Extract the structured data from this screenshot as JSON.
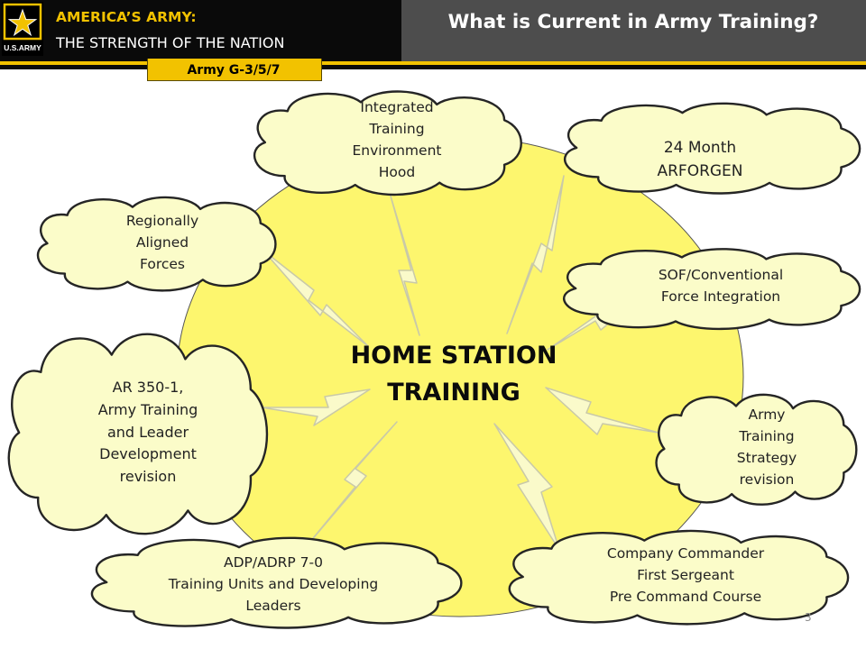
{
  "header": {
    "brand_line1": "AMERICA’S ARMY:",
    "brand_line2": "THE STRENGTH OF THE NATION",
    "logo_text": "U.S.ARMY",
    "title": "What is Current in Army Training?",
    "org_label": "Army G-3/5/7"
  },
  "center": {
    "line1": "HOME STATION",
    "line2": "TRAINING"
  },
  "clouds": [
    {
      "lines": [
        "Integrated",
        "Training",
        "Environment",
        "Hood"
      ]
    },
    {
      "lines": [
        "24 Month",
        "ARFORGEN"
      ]
    },
    {
      "lines": [
        "Regionally",
        "Aligned",
        "Forces"
      ]
    },
    {
      "lines": [
        "SOF/Conventional",
        "Force Integration"
      ]
    },
    {
      "lines": [
        "AR 350-1,",
        "Army Training",
        "and Leader",
        "Development",
        "revision"
      ]
    },
    {
      "lines": [
        "Army",
        "Training",
        "Strategy",
        "revision"
      ]
    },
    {
      "lines": [
        "ADP/ADRP 7-0",
        "Training Units and Developing",
        "Leaders"
      ]
    },
    {
      "lines": [
        "Company Commander",
        "First Sergeant",
        "Pre Command Course"
      ]
    }
  ],
  "slide_number": "3",
  "colors": {
    "brand_gold": "#f2c200",
    "header_black": "#0a0a0a",
    "title_bar": "#4d4d4d",
    "sun_yellow": "#fdf66e",
    "cloud_fill": "#fbfcc9",
    "cloud_stroke": "#252525",
    "bolt_fill": "#fafaca",
    "bolt_stroke": "#c9c9a8"
  }
}
